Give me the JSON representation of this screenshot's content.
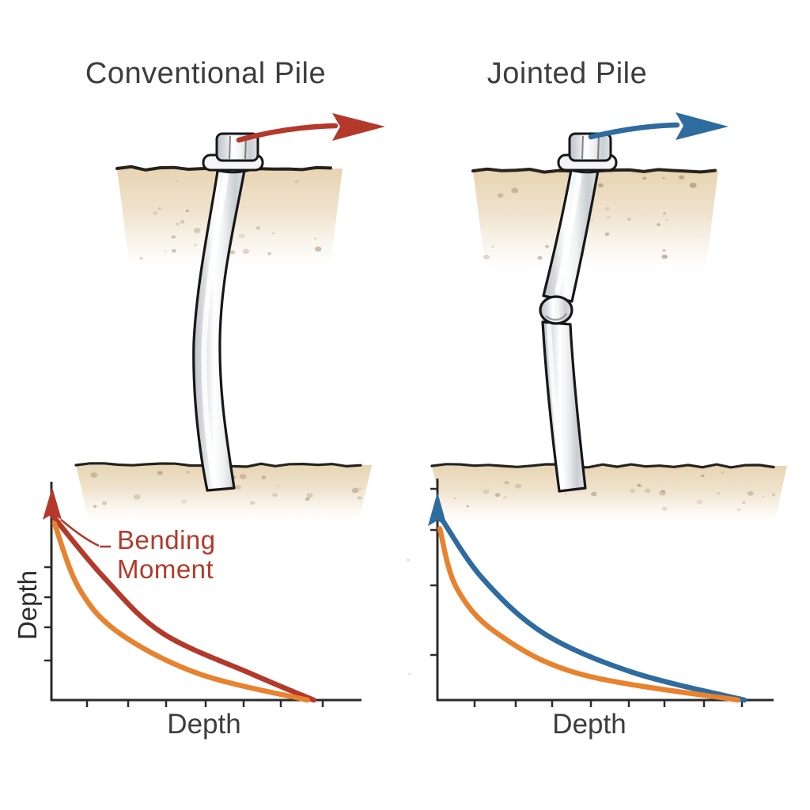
{
  "figure": {
    "left_panel": {
      "title": "Conventional Pile"
    },
    "right_panel": {
      "title": "Jointed Pile"
    },
    "left_chart": {
      "ylabel": "Depth",
      "xlabel": "Depth",
      "annotation": "Bending\nMoment"
    },
    "right_chart": {
      "xlabel": "Depth"
    }
  },
  "colors": {
    "red": "#b4392a",
    "orange": "#e8822e",
    "blue": "#2e6b9e",
    "title_text": "#3d3d3d",
    "axis": "#2b2b2b",
    "soil_line": "#26221d",
    "soil_fill": "#e7d5b4",
    "pile_outline": "#17171a"
  },
  "chart_data": [
    {
      "id": "left",
      "type": "line",
      "title": "Conventional Pile",
      "xlabel": "Depth",
      "ylabel": "Depth",
      "annotation": "Bending Moment",
      "grid": false,
      "legend_position": "none",
      "x_range": [
        0,
        1
      ],
      "y_range": [
        0,
        1
      ],
      "series": [
        {
          "name": "bending-moment-conventional",
          "color": "#b4392a",
          "x": [
            0.0,
            0.17,
            0.36,
            0.65,
            0.85
          ],
          "y": [
            1.0,
            0.66,
            0.36,
            0.14,
            0.0
          ]
        },
        {
          "name": "comparison-curve",
          "color": "#e8822e",
          "x": [
            0.01,
            0.09,
            0.22,
            0.48,
            0.83
          ],
          "y": [
            0.95,
            0.6,
            0.36,
            0.14,
            0.0
          ]
        }
      ]
    },
    {
      "id": "right",
      "type": "line",
      "title": "Jointed Pile",
      "xlabel": "Depth",
      "ylabel": "",
      "annotation": "",
      "grid": false,
      "legend_position": "none",
      "x_range": [
        0,
        1
      ],
      "y_range": [
        0,
        1
      ],
      "series": [
        {
          "name": "bending-moment-jointed",
          "color": "#2e6b9e",
          "x": [
            0.01,
            0.135,
            0.32,
            0.585,
            0.92
          ],
          "y": [
            0.99,
            0.66,
            0.36,
            0.15,
            0.0
          ]
        },
        {
          "name": "comparison-curve",
          "color": "#e8822e",
          "x": [
            0.007,
            0.057,
            0.18,
            0.43,
            0.9
          ],
          "y": [
            0.93,
            0.61,
            0.36,
            0.14,
            0.0
          ]
        }
      ]
    }
  ]
}
